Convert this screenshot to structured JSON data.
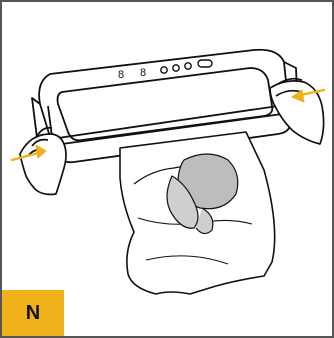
{
  "figure": {
    "display_symbols": {
      "display_a": "8",
      "display_b": "8"
    },
    "step_badge": {
      "label": "N",
      "color": "#f0b21b"
    },
    "colors": {
      "arrow": "#f0b21b",
      "line": "#111111",
      "food": "#bbbbbb",
      "frame": "#555555"
    },
    "icons": {
      "machine": "vacuum-sealer-icon",
      "bag": "vacuum-bag-icon",
      "left_hand": "left-hand-icon",
      "right_hand": "right-hand-icon",
      "arrow_left": "arrow-right-icon",
      "arrow_right": "arrow-left-icon"
    }
  }
}
